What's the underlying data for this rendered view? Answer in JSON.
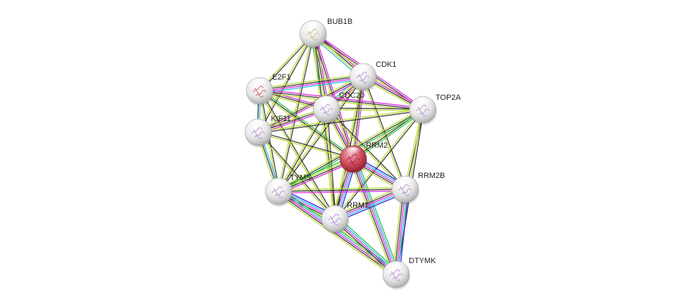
{
  "title": "Protein interaction network",
  "colors": {
    "query_node": "#c8404f",
    "node": "#e6e6e6",
    "edge_black": "#333333",
    "edge_yellow": "#b9d930",
    "edge_magenta": "#e020e0",
    "edge_cyan": "#22b8e0",
    "edge_blue": "#2020e0",
    "edge_green": "#22c040"
  },
  "nodes": [
    {
      "id": "BUB1B",
      "label": "BUB1B",
      "query": false,
      "icon": "protein-structure"
    },
    {
      "id": "CDK1",
      "label": "CDK1",
      "query": false,
      "icon": "protein-structure"
    },
    {
      "id": "E2F1",
      "label": "E2F1",
      "query": false,
      "icon": "protein-structure"
    },
    {
      "id": "CDC20",
      "label": "CDC20",
      "query": false,
      "icon": "protein-structure"
    },
    {
      "id": "TOP2A",
      "label": "TOP2A",
      "query": false,
      "icon": "protein-structure"
    },
    {
      "id": "KIF11",
      "label": "KIF11",
      "query": false,
      "icon": "protein-structure"
    },
    {
      "id": "RRM2",
      "label": "RRM2",
      "query": true,
      "icon": "protein-structure"
    },
    {
      "id": "RRM2B",
      "label": "RRM2B",
      "query": false,
      "icon": "protein-structure"
    },
    {
      "id": "TYMS",
      "label": "TYMS",
      "query": false,
      "icon": "protein-structure"
    },
    {
      "id": "RRM1",
      "label": "RRM1",
      "query": false,
      "icon": "protein-structure"
    },
    {
      "id": "DTYMK",
      "label": "DTYMK",
      "query": false,
      "icon": "protein-structure"
    }
  ],
  "edges": [
    {
      "source": "BUB1B",
      "target": "CDK1",
      "types": [
        "magenta",
        "black",
        "yellow",
        "cyan"
      ]
    },
    {
      "source": "BUB1B",
      "target": "E2F1",
      "types": [
        "black",
        "yellow"
      ]
    },
    {
      "source": "BUB1B",
      "target": "CDC20",
      "types": [
        "magenta",
        "black",
        "yellow",
        "cyan"
      ]
    },
    {
      "source": "BUB1B",
      "target": "TOP2A",
      "types": [
        "magenta",
        "black",
        "yellow"
      ]
    },
    {
      "source": "BUB1B",
      "target": "KIF11",
      "types": [
        "black",
        "yellow"
      ]
    },
    {
      "source": "BUB1B",
      "target": "RRM2",
      "types": [
        "magenta",
        "black",
        "yellow"
      ]
    },
    {
      "source": "BUB1B",
      "target": "TYMS",
      "types": [
        "black",
        "yellow"
      ]
    },
    {
      "source": "BUB1B",
      "target": "RRM1",
      "types": [
        "black",
        "yellow"
      ]
    },
    {
      "source": "CDK1",
      "target": "E2F1",
      "types": [
        "cyan",
        "magenta",
        "black",
        "yellow"
      ]
    },
    {
      "source": "CDK1",
      "target": "CDC20",
      "types": [
        "magenta",
        "black",
        "yellow",
        "cyan"
      ]
    },
    {
      "source": "CDK1",
      "target": "TOP2A",
      "types": [
        "magenta",
        "black",
        "yellow"
      ]
    },
    {
      "source": "CDK1",
      "target": "KIF11",
      "types": [
        "magenta",
        "black",
        "yellow"
      ]
    },
    {
      "source": "CDK1",
      "target": "RRM2",
      "types": [
        "magenta",
        "black",
        "yellow"
      ]
    },
    {
      "source": "CDK1",
      "target": "TYMS",
      "types": [
        "black",
        "yellow"
      ]
    },
    {
      "source": "CDK1",
      "target": "RRM1",
      "types": [
        "black",
        "yellow"
      ]
    },
    {
      "source": "CDK1",
      "target": "RRM2B",
      "types": [
        "black",
        "yellow"
      ]
    },
    {
      "source": "E2F1",
      "target": "CDC20",
      "types": [
        "magenta",
        "black",
        "yellow"
      ]
    },
    {
      "source": "E2F1",
      "target": "TOP2A",
      "types": [
        "magenta",
        "black",
        "yellow"
      ]
    },
    {
      "source": "E2F1",
      "target": "KIF11",
      "types": [
        "cyan",
        "black"
      ]
    },
    {
      "source": "E2F1",
      "target": "RRM2",
      "types": [
        "green",
        "black",
        "yellow"
      ]
    },
    {
      "source": "E2F1",
      "target": "TYMS",
      "types": [
        "black",
        "yellow"
      ]
    },
    {
      "source": "E2F1",
      "target": "RRM1",
      "types": [
        "black",
        "yellow"
      ]
    },
    {
      "source": "CDC20",
      "target": "TOP2A",
      "types": [
        "black",
        "yellow"
      ]
    },
    {
      "source": "CDC20",
      "target": "KIF11",
      "types": [
        "magenta",
        "black",
        "yellow"
      ]
    },
    {
      "source": "CDC20",
      "target": "RRM2",
      "types": [
        "magenta",
        "black",
        "yellow"
      ]
    },
    {
      "source": "CDC20",
      "target": "TYMS",
      "types": [
        "black",
        "yellow"
      ]
    },
    {
      "source": "CDC20",
      "target": "RRM1",
      "types": [
        "black",
        "yellow"
      ]
    },
    {
      "source": "CDC20",
      "target": "RRM2B",
      "types": [
        "black",
        "yellow"
      ]
    },
    {
      "source": "TOP2A",
      "target": "KIF11",
      "types": [
        "black",
        "yellow"
      ]
    },
    {
      "source": "TOP2A",
      "target": "RRM2",
      "types": [
        "green",
        "black",
        "yellow"
      ]
    },
    {
      "source": "TOP2A",
      "target": "TYMS",
      "types": [
        "green",
        "black",
        "yellow"
      ]
    },
    {
      "source": "TOP2A",
      "target": "RRM1",
      "types": [
        "black",
        "yellow"
      ]
    },
    {
      "source": "TOP2A",
      "target": "RRM2B",
      "types": [
        "black",
        "yellow"
      ]
    },
    {
      "source": "TOP2A",
      "target": "DTYMK",
      "types": [
        "black",
        "yellow"
      ]
    },
    {
      "source": "KIF11",
      "target": "RRM2",
      "types": [
        "black",
        "yellow"
      ]
    },
    {
      "source": "KIF11",
      "target": "TYMS",
      "types": [
        "cyan",
        "black",
        "yellow"
      ]
    },
    {
      "source": "KIF11",
      "target": "RRM1",
      "types": [
        "black",
        "yellow"
      ]
    },
    {
      "source": "RRM2",
      "target": "RRM2B",
      "types": [
        "blue",
        "cyan",
        "magenta",
        "black",
        "yellow"
      ]
    },
    {
      "source": "RRM2",
      "target": "TYMS",
      "types": [
        "magenta",
        "black",
        "yellow",
        "green"
      ]
    },
    {
      "source": "RRM2",
      "target": "RRM1",
      "types": [
        "blue",
        "cyan",
        "magenta",
        "black",
        "yellow"
      ]
    },
    {
      "source": "RRM2",
      "target": "DTYMK",
      "types": [
        "green",
        "cyan",
        "magenta",
        "black",
        "yellow"
      ]
    },
    {
      "source": "RRM2B",
      "target": "TYMS",
      "types": [
        "magenta",
        "black",
        "yellow"
      ]
    },
    {
      "source": "RRM2B",
      "target": "RRM1",
      "types": [
        "blue",
        "cyan",
        "magenta",
        "black",
        "yellow"
      ]
    },
    {
      "source": "RRM2B",
      "target": "DTYMK",
      "types": [
        "blue",
        "cyan",
        "magenta",
        "black",
        "yellow"
      ]
    },
    {
      "source": "TYMS",
      "target": "RRM1",
      "types": [
        "blue",
        "cyan",
        "magenta",
        "black",
        "yellow"
      ]
    },
    {
      "source": "TYMS",
      "target": "DTYMK",
      "types": [
        "green",
        "cyan",
        "magenta",
        "black",
        "yellow"
      ]
    },
    {
      "source": "RRM1",
      "target": "DTYMK",
      "types": [
        "green",
        "cyan",
        "magenta",
        "black",
        "yellow"
      ]
    }
  ]
}
